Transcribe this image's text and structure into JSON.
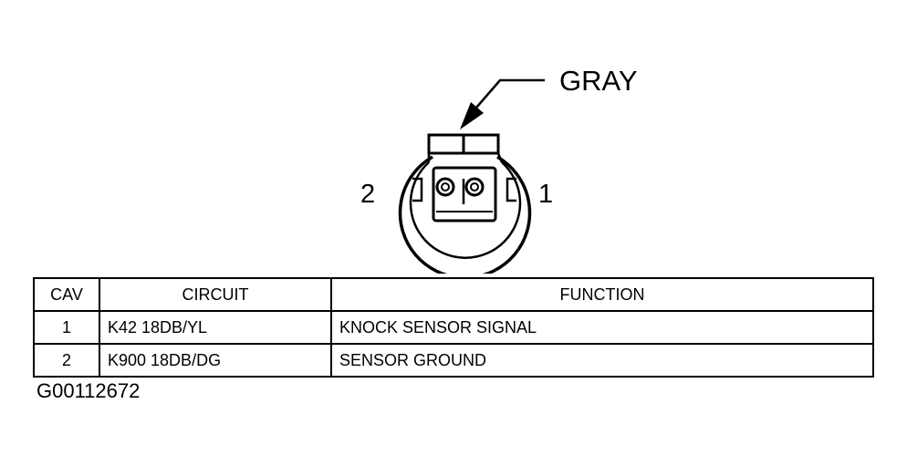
{
  "connector": {
    "color_label": "GRAY",
    "cavity_left_label": "2",
    "cavity_right_label": "1"
  },
  "table": {
    "headers": [
      "CAV",
      "CIRCUIT",
      "FUNCTION"
    ],
    "rows": [
      {
        "cav": "1",
        "circuit": "K42 18DB/YL",
        "function": "KNOCK SENSOR SIGNAL"
      },
      {
        "cav": "2",
        "circuit": "K900 18DB/DG",
        "function": "SENSOR GROUND"
      }
    ]
  },
  "figure_code": "G00112672"
}
